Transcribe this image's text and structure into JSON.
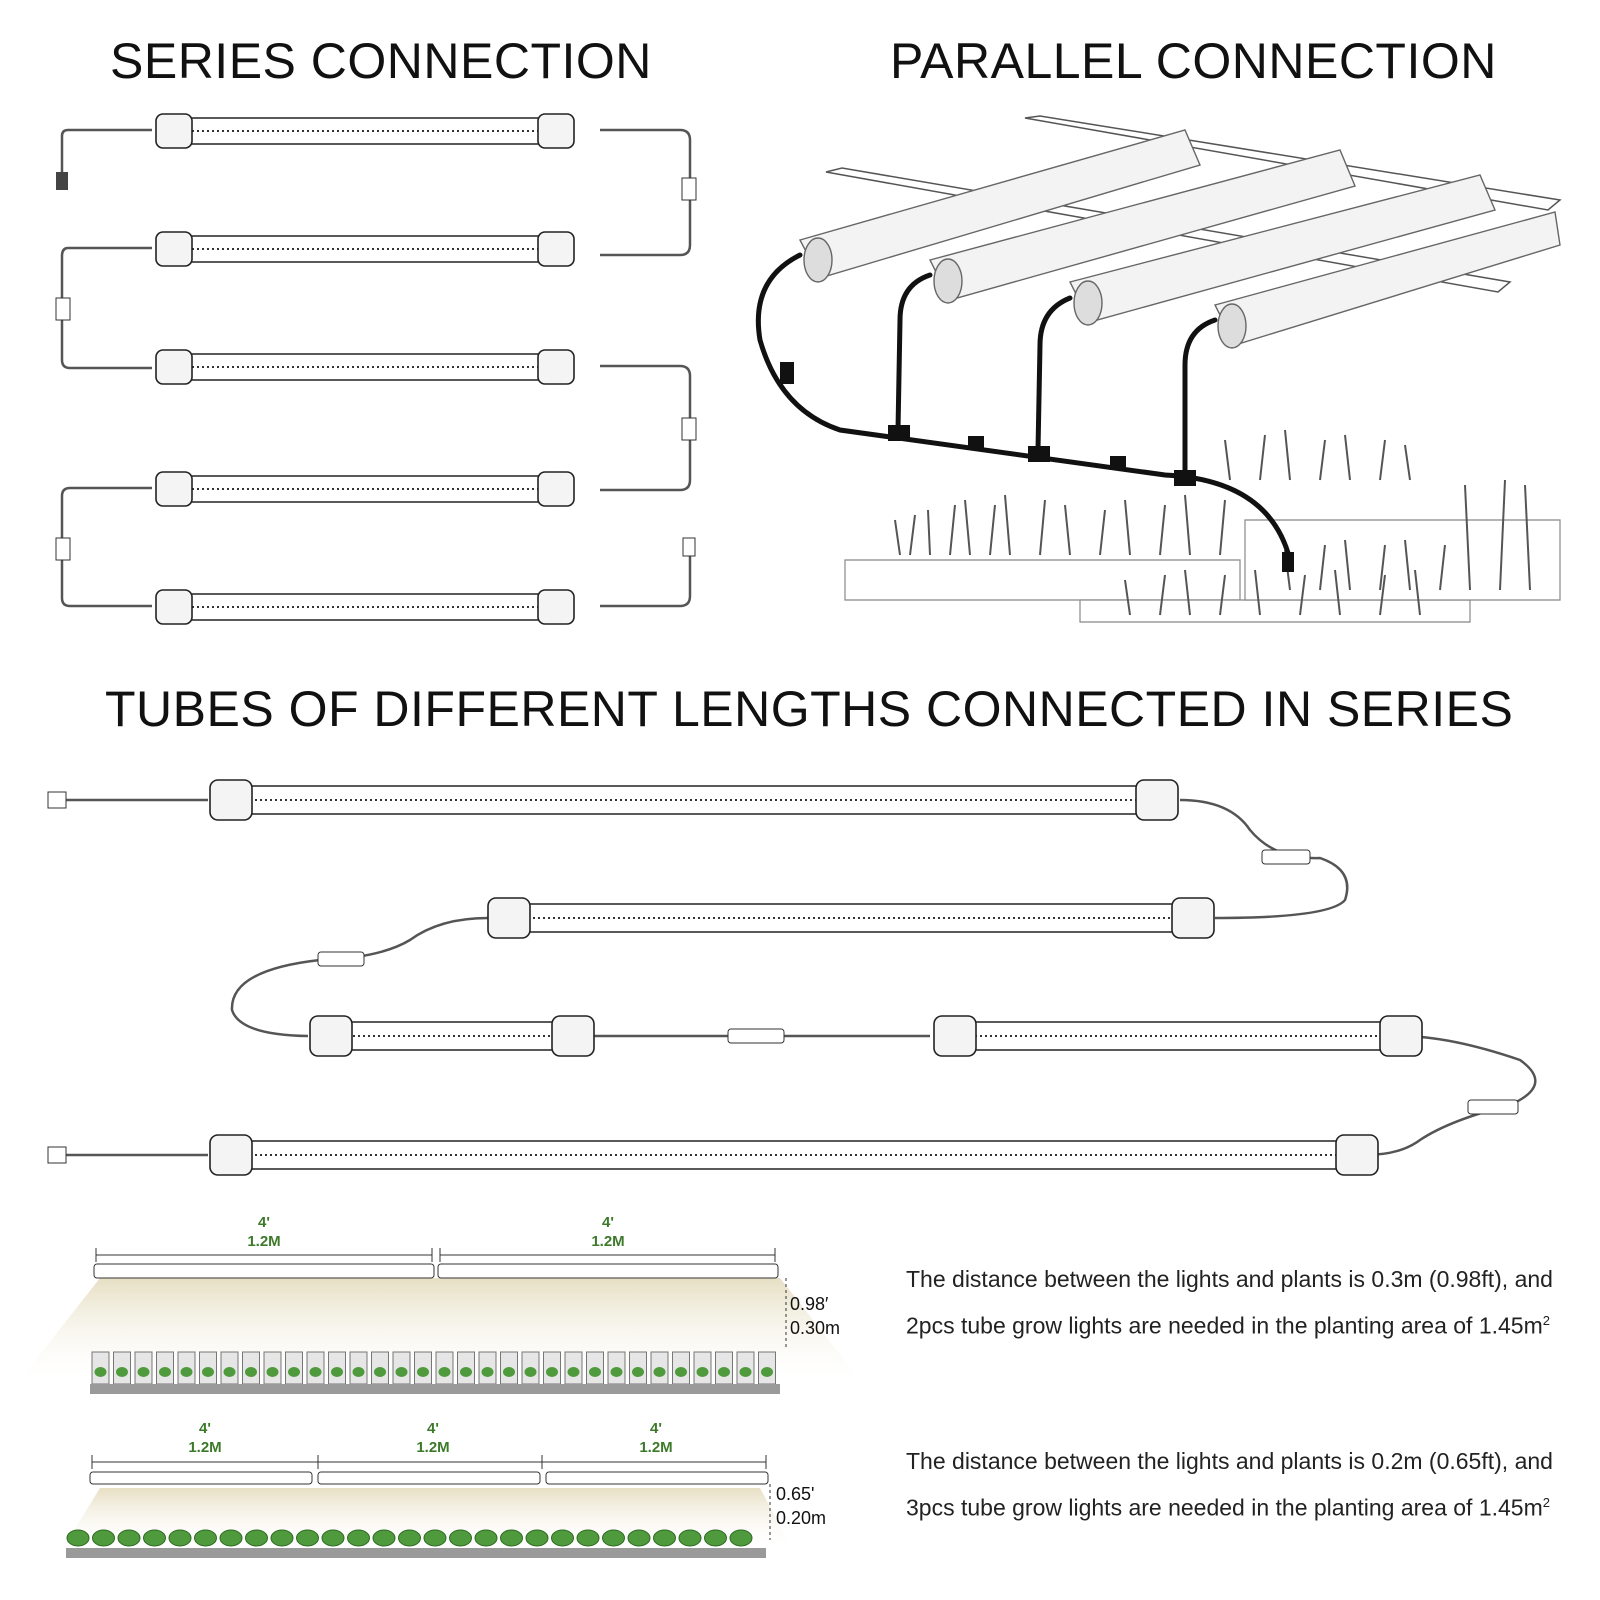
{
  "titles": {
    "series": "SERIES CONNECTION",
    "parallel": "PARALLEL CONNECTION",
    "different_lengths": "TUBES OF DIFFERENT LENGTHS CONNECTED IN SERIES"
  },
  "setup_a": {
    "tubes": [
      {
        "length_ft": "4'",
        "length_m": "1.2M"
      },
      {
        "length_ft": "4'",
        "length_m": "1.2M"
      }
    ],
    "height_ft": "0.98′",
    "height_m": "0.30m",
    "description": "The distance between the lights and plants is 0.3m (0.98ft), and 2pcs tube grow lights are needed in the planting area of 1.45m",
    "area_superscript": "2"
  },
  "setup_b": {
    "tubes": [
      {
        "length_ft": "4'",
        "length_m": "1.2M"
      },
      {
        "length_ft": "4'",
        "length_m": "1.2M"
      },
      {
        "length_ft": "4'",
        "length_m": "1.2M"
      }
    ],
    "height_ft": "0.65'",
    "height_m": "0.20m",
    "description": "The distance between the lights and plants is 0.2m (0.65ft), and 3pcs tube grow lights are needed in the planting area of 1.45m",
    "area_superscript": "2"
  },
  "colors": {
    "dimension_text": "#3c7a2a",
    "light_beam": "#efe9d6",
    "plant_green": "#4f9a3c"
  }
}
